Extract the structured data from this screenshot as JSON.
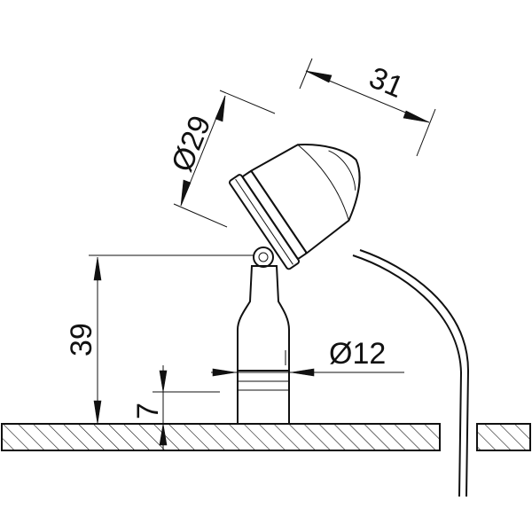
{
  "drawing": {
    "dimensions": {
      "length_31": "31",
      "diameter_29": "Ø29",
      "height_39": "39",
      "diameter_12": "Ø12",
      "offset_7": "7"
    },
    "colors": {
      "line": "#111111",
      "background": "#ffffff"
    }
  }
}
